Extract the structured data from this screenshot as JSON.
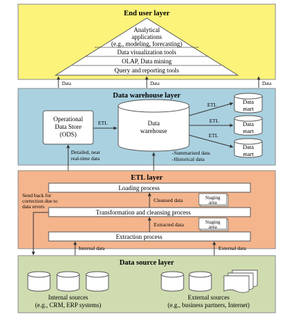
{
  "end_user_layer": {
    "title": "End user layer",
    "apps_line1": "Analytical",
    "apps_line2": "applications",
    "apps_line3": "(e.g., modeling, forecasting)",
    "tier1": "Data visualization tools",
    "tier2": "OLAP, Data mining",
    "tier3": "Query and reporting tools",
    "colors": {
      "fill": "#fbf37a",
      "border": "#8a8a8a"
    }
  },
  "data_labels": {
    "left": "Data",
    "center": "Data",
    "right": "Data"
  },
  "warehouse_layer": {
    "title": "Data warehouse layer",
    "ods_line1": "Operational",
    "ods_line2": "Data Store",
    "ods_line3": "(ODS)",
    "etl_to_warehouse": "ETL",
    "warehouse_line1": "Data",
    "warehouse_line2": "warehouse",
    "etl_to_marts": [
      "ETL",
      "ETL",
      "ETL"
    ],
    "marts": [
      {
        "line1": "Data",
        "line2": "mart"
      },
      {
        "line1": "Data",
        "line2": "mart"
      },
      {
        "line1": "Data",
        "line2": "mart"
      }
    ],
    "detail_line1": "Detailed, near",
    "detail_line2": "real-time data",
    "summary_line1": "Summarised data",
    "summary_line2": "Historical data",
    "colors": {
      "fill": "#aad1e0",
      "border": "#8a8a8a"
    }
  },
  "etl_layer": {
    "title": "ETL layer",
    "loading": "Loading process",
    "transformation": "Transformation and cleansing process",
    "extraction": "Extraction process",
    "send_back_line1": "Send back for",
    "send_back_line2": "correction due to",
    "send_back_line3": "data errors",
    "cleansed_data": "Cleansed data",
    "extracted_data": "Extracted data",
    "staging1_line1": "Staging",
    "staging1_line2": "area",
    "staging2_line1": "Staging",
    "staging2_line2": "area",
    "internal_data": "Internal data",
    "external_data": "External data",
    "colors": {
      "fill": "#f4b48c",
      "border": "#8a8a8a"
    }
  },
  "source_layer": {
    "title": "Data source layer",
    "internal_line1": "Internal sources",
    "internal_line2": "(e.g., CRM, ERP systems)",
    "external_line1": "External sources",
    "external_line2": "(e.g., business partners, Internet)",
    "colors": {
      "fill": "#cfdcb0",
      "border": "#8a8a8a"
    }
  }
}
